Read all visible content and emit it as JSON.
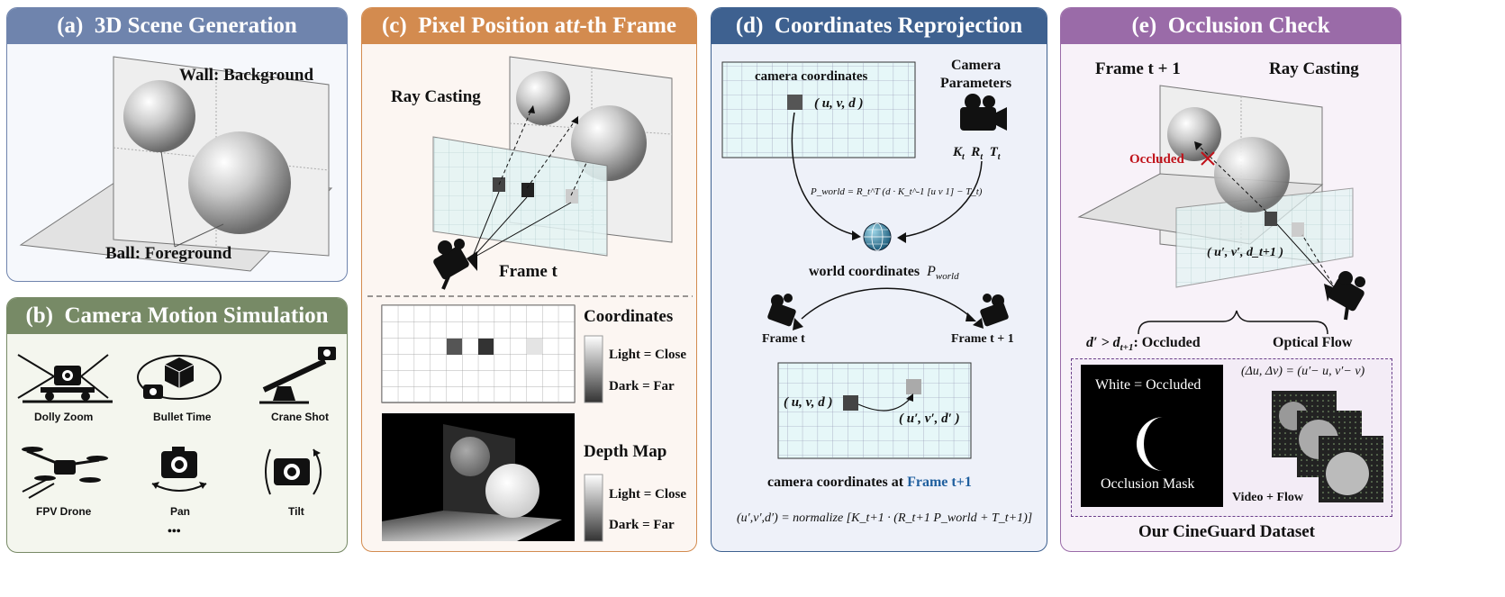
{
  "panels": {
    "a": {
      "tag": "(a)",
      "title": "3D Scene Generation",
      "wall_label": "Wall: Background",
      "ball_label": "Ball: Foreground"
    },
    "b": {
      "tag": "(b)",
      "title": "Camera Motion Simulation",
      "items": [
        "Dolly Zoom",
        "Bullet Time",
        "Crane Shot",
        "FPV Drone",
        "Pan",
        "Tilt"
      ],
      "more": "•••"
    },
    "c": {
      "tag": "(c)",
      "title_pre": "Pixel Position at ",
      "title_t": "t",
      "title_post": "-th Frame",
      "ray_casting": "Ray Casting",
      "frame_t": "Frame t",
      "coordinates": "Coordinates",
      "light_close": "Light = Close",
      "dark_far": "Dark = Far",
      "depth_map": "Depth Map"
    },
    "d": {
      "tag": "(d)",
      "title": "Coordinates Reprojection",
      "camera_coords": "camera coordinates",
      "uvd": "( u, v, d )",
      "camera_params_1": "Camera",
      "camera_params_2": "Parameters",
      "k": "K",
      "r": "R",
      "tt": "T",
      "sub_t": "t",
      "pworld_formula": "P_world = R_t^T (d · K_t^-1 [u v 1] − T_t)",
      "world_coords": "world coordinates",
      "pworld": "P",
      "pworld_sub": "world",
      "frame_t": "Frame t",
      "frame_t1": "Frame t + 1",
      "uvd2": "( u, v, d )",
      "uvd_prime": "( u′, v′, d′ )",
      "cam_coords_at": "camera coordinates at ",
      "frame_t1_blue": "Frame t+1",
      "normalize_formula": "(u′,v′,d′) = normalize [K_t+1 · (R_t+1 P_world + T_t+1)]"
    },
    "e": {
      "tag": "(e)",
      "title": "Occlusion Check",
      "frame_t1": "Frame t + 1",
      "ray_casting": "Ray Casting",
      "occluded": "Occluded",
      "uvd_prime": "( u′, v′, d_t+1 )",
      "cond_pre": "d′ > d",
      "cond_sub": "t+1",
      "cond_post": ": Occluded",
      "optical_flow": "Optical Flow",
      "white_occluded": "White = Occluded",
      "occlusion_mask": "Occlusion Mask",
      "flow_formula": "(Δu, Δv) = (u′− u, v′− v)",
      "video_flow": "Video + Flow",
      "dataset": "Our CineGuard Dataset"
    }
  },
  "colors": {
    "a": "#6f84ad",
    "b": "#778a66",
    "c": "#d38b4f",
    "d": "#3e6190",
    "e": "#9a6ba8",
    "occluded": "#c0121a",
    "blue": "#1f5f9e"
  }
}
